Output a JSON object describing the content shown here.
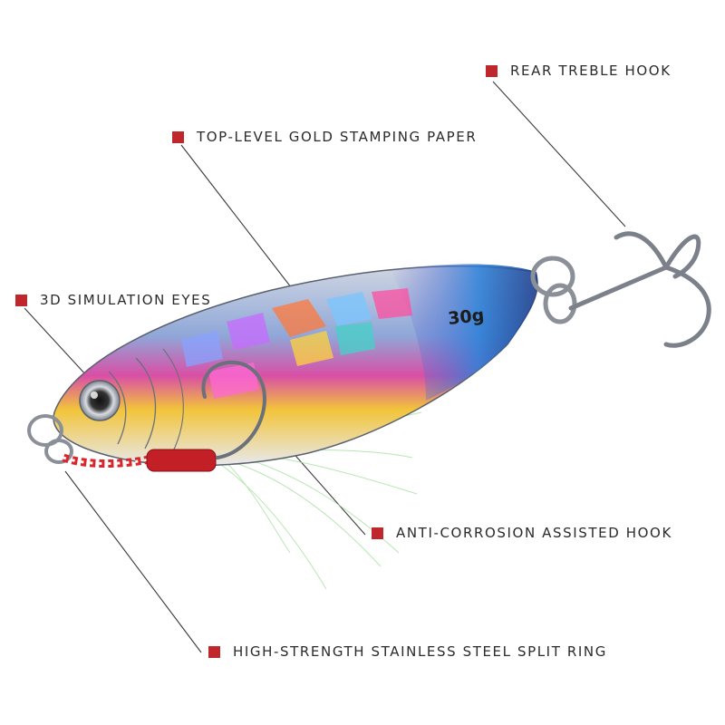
{
  "colors": {
    "bullet": "#c0272d",
    "leader": "#3a3a3a",
    "text": "#2b2b2b"
  },
  "lure": {
    "weight_label": "30g"
  },
  "callouts": [
    {
      "id": "rear",
      "label": "REAR TREBLE HOOK"
    },
    {
      "id": "gold",
      "label": "TOP-LEVEL GOLD STAMPING PAPER"
    },
    {
      "id": "eyes",
      "label": "3D SIMULATION EYES"
    },
    {
      "id": "assist",
      "label": "ANTI-CORROSION ASSISTED HOOK"
    },
    {
      "id": "ring",
      "label": "HIGH-STRENGTH STAINLESS STEEL SPLIT RING"
    }
  ]
}
